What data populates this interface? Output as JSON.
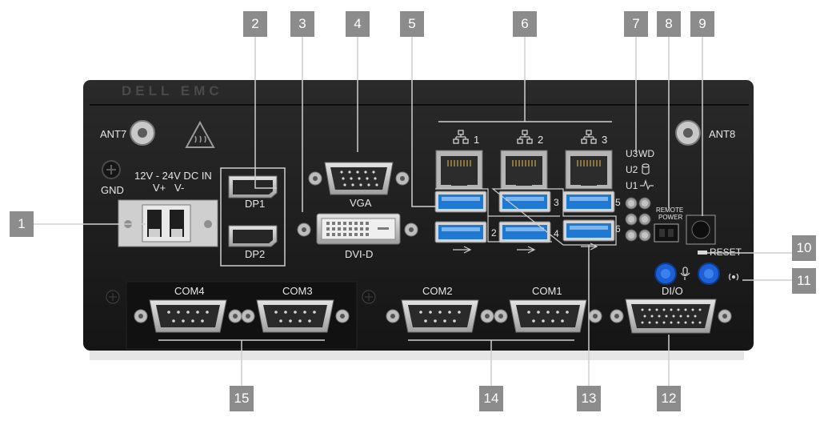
{
  "brand": "DELL EMC",
  "callouts": [
    "1",
    "2",
    "3",
    "4",
    "5",
    "6",
    "7",
    "8",
    "9",
    "10",
    "11",
    "12",
    "13",
    "14",
    "15"
  ],
  "antenna": {
    "left": "ANT7",
    "right": "ANT8"
  },
  "power": {
    "gnd": "GND",
    "dc_in": "12V - 24V DC IN",
    "v_plus": "V+",
    "v_minus": "V-"
  },
  "video": {
    "dp1": "DP1",
    "dp2": "DP2",
    "vga": "VGA",
    "dvi": "DVI-D"
  },
  "network": {
    "lan1": "1",
    "lan2": "2",
    "lan3": "3"
  },
  "usb": {
    "port2": "2",
    "port3": "3",
    "port4": "4",
    "port5": "5",
    "port6": "6"
  },
  "leds": {
    "u3": "U3",
    "wd": "WD",
    "u2": "U2",
    "u1": "U1"
  },
  "remote_power": {
    "line1": "REMOTE",
    "line2": "POWER"
  },
  "reset": "RESET",
  "dio": "DI/O",
  "serial": {
    "com1": "COM1",
    "com2": "COM2",
    "com3": "COM3",
    "com4": "COM4"
  },
  "colors": {
    "chassis": "#1c1c1c",
    "callout": "#8c8c8c",
    "usb_blue": "#1f78d1",
    "dio_button": "#1d5fd6",
    "terminal": "#c8c8c8"
  }
}
